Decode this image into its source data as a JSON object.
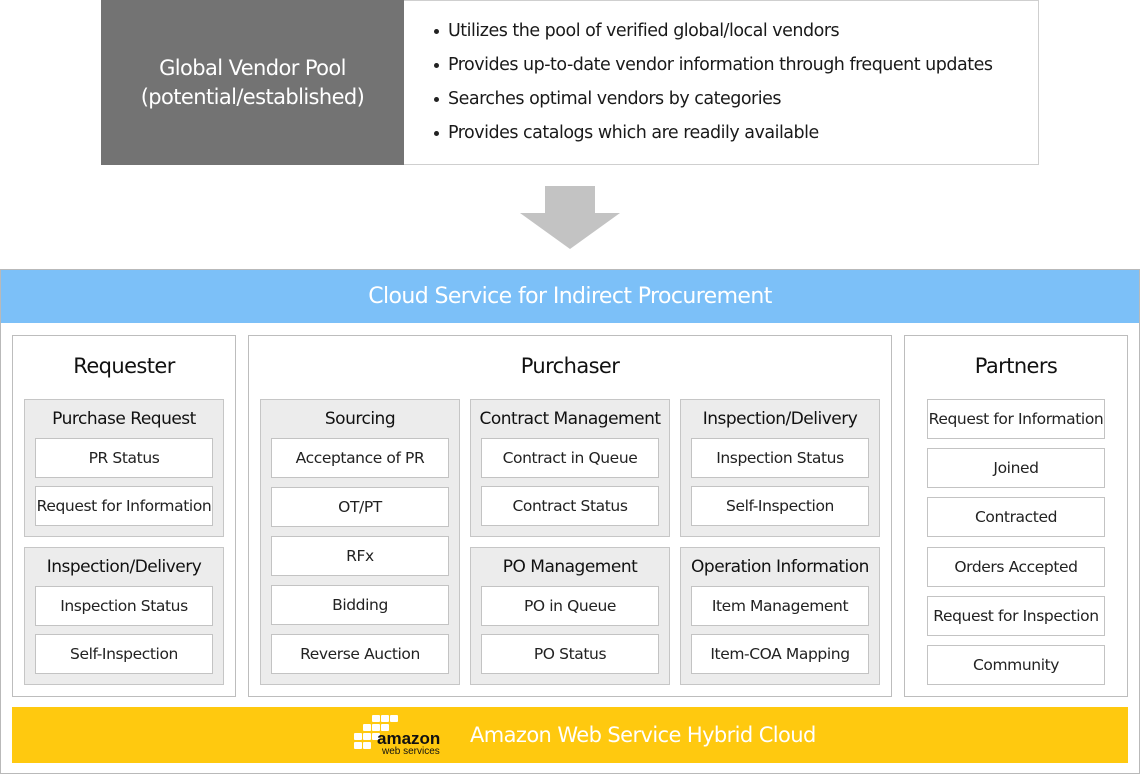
{
  "vendor_pool": {
    "title_line1": "Global Vendor Pool",
    "title_line2": "(potential/established)",
    "bullets": [
      "Utilizes the pool of verified global/local vendors",
      "Provides up-to-date vendor information through frequent updates",
      "Searches optimal vendors by categories",
      "Provides catalogs which are readily available"
    ]
  },
  "cloud": {
    "title": "Cloud Service for Indirect Procurement"
  },
  "requester": {
    "title": "Requester",
    "purchase_request": {
      "title": "Purchase Request",
      "items": [
        "PR Status",
        "Request for Information"
      ]
    },
    "inspection_delivery": {
      "title": "Inspection/Delivery",
      "items": [
        "Inspection Status",
        "Self-Inspection"
      ]
    }
  },
  "purchaser": {
    "title": "Purchaser",
    "sourcing": {
      "title": "Sourcing",
      "items": [
        "Acceptance of PR",
        "OT/PT",
        "RFx",
        "Bidding",
        "Reverse Auction"
      ]
    },
    "contract_management": {
      "title": "Contract Management",
      "items": [
        "Contract in Queue",
        "Contract Status"
      ]
    },
    "po_management": {
      "title": "PO Management",
      "items": [
        "PO in Queue",
        "PO Status"
      ]
    },
    "inspection_delivery": {
      "title": "Inspection/Delivery",
      "items": [
        "Inspection Status",
        "Self-Inspection"
      ]
    },
    "operation_information": {
      "title": "Operation Information",
      "items": [
        "Item Management",
        "Item-COA Mapping"
      ]
    }
  },
  "partners": {
    "title": "Partners",
    "items": [
      "Request for Information",
      "Joined",
      "Contracted",
      "Orders Accepted",
      "Request for Inspection",
      "Community"
    ]
  },
  "aws": {
    "logo_word": "amazon",
    "logo_sub": "web services",
    "label": "Amazon Web Service Hybrid Cloud"
  },
  "colors": {
    "vendor_box": "#737373",
    "cloud_header": "#7cc0f8",
    "aws_bar": "#ffc90f",
    "arrow": "#c3c3c3"
  }
}
